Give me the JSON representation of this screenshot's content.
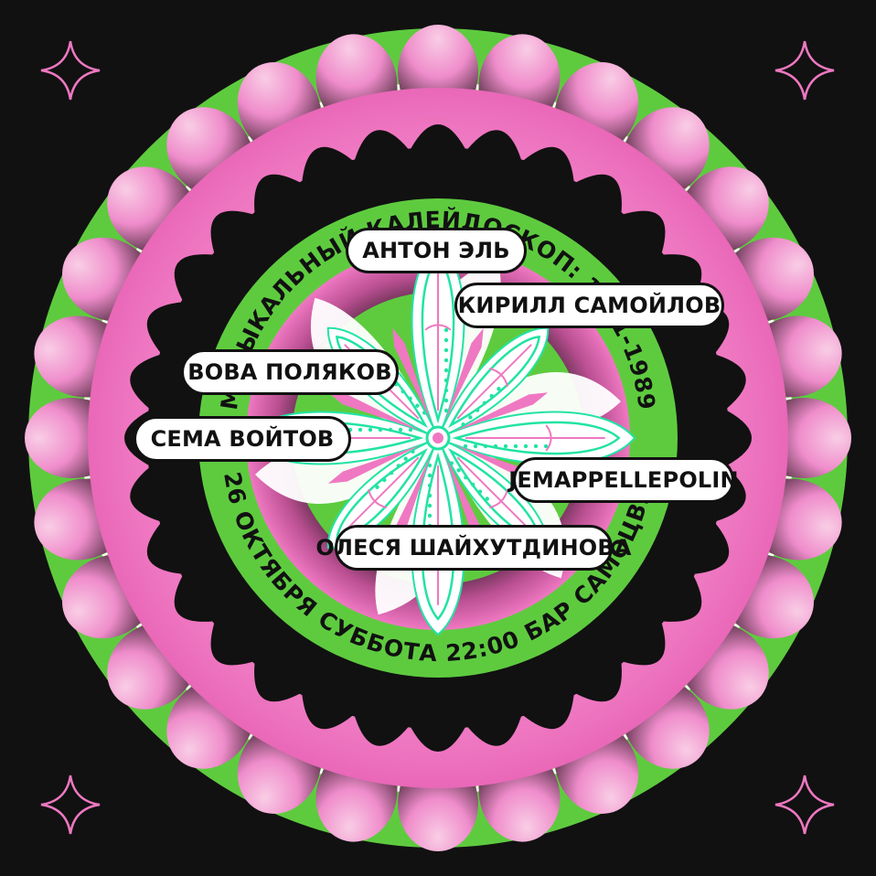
{
  "title": "МУЗЫКАЛЬНЫЙ КАЛЕЙДОСКОП: 1981-1989",
  "event_line": "26 ОКТЯБРЯ  СУББОТА  22:00  БАР САМОЦВЕТ",
  "performers": [
    "АНТОН ЭЛЬ",
    "КИРИЛЛ САМОЙЛОВ",
    "ВОВА ПОЛЯКОВ",
    "СЕМА ВОЙТОВ",
    "JEMAPPELLEPOLIN",
    "ОЛЕСЯ ШАЙХУТДИНОВА"
  ],
  "colors": {
    "background": "#111111",
    "green": "#5ecb3f",
    "pink": "#ef78c2",
    "light_pink": "#f6bfdc",
    "mint": "#22e3a4",
    "white": "#ffffff"
  },
  "icons": {
    "corner_sparkle": "four-point-star-icon"
  }
}
